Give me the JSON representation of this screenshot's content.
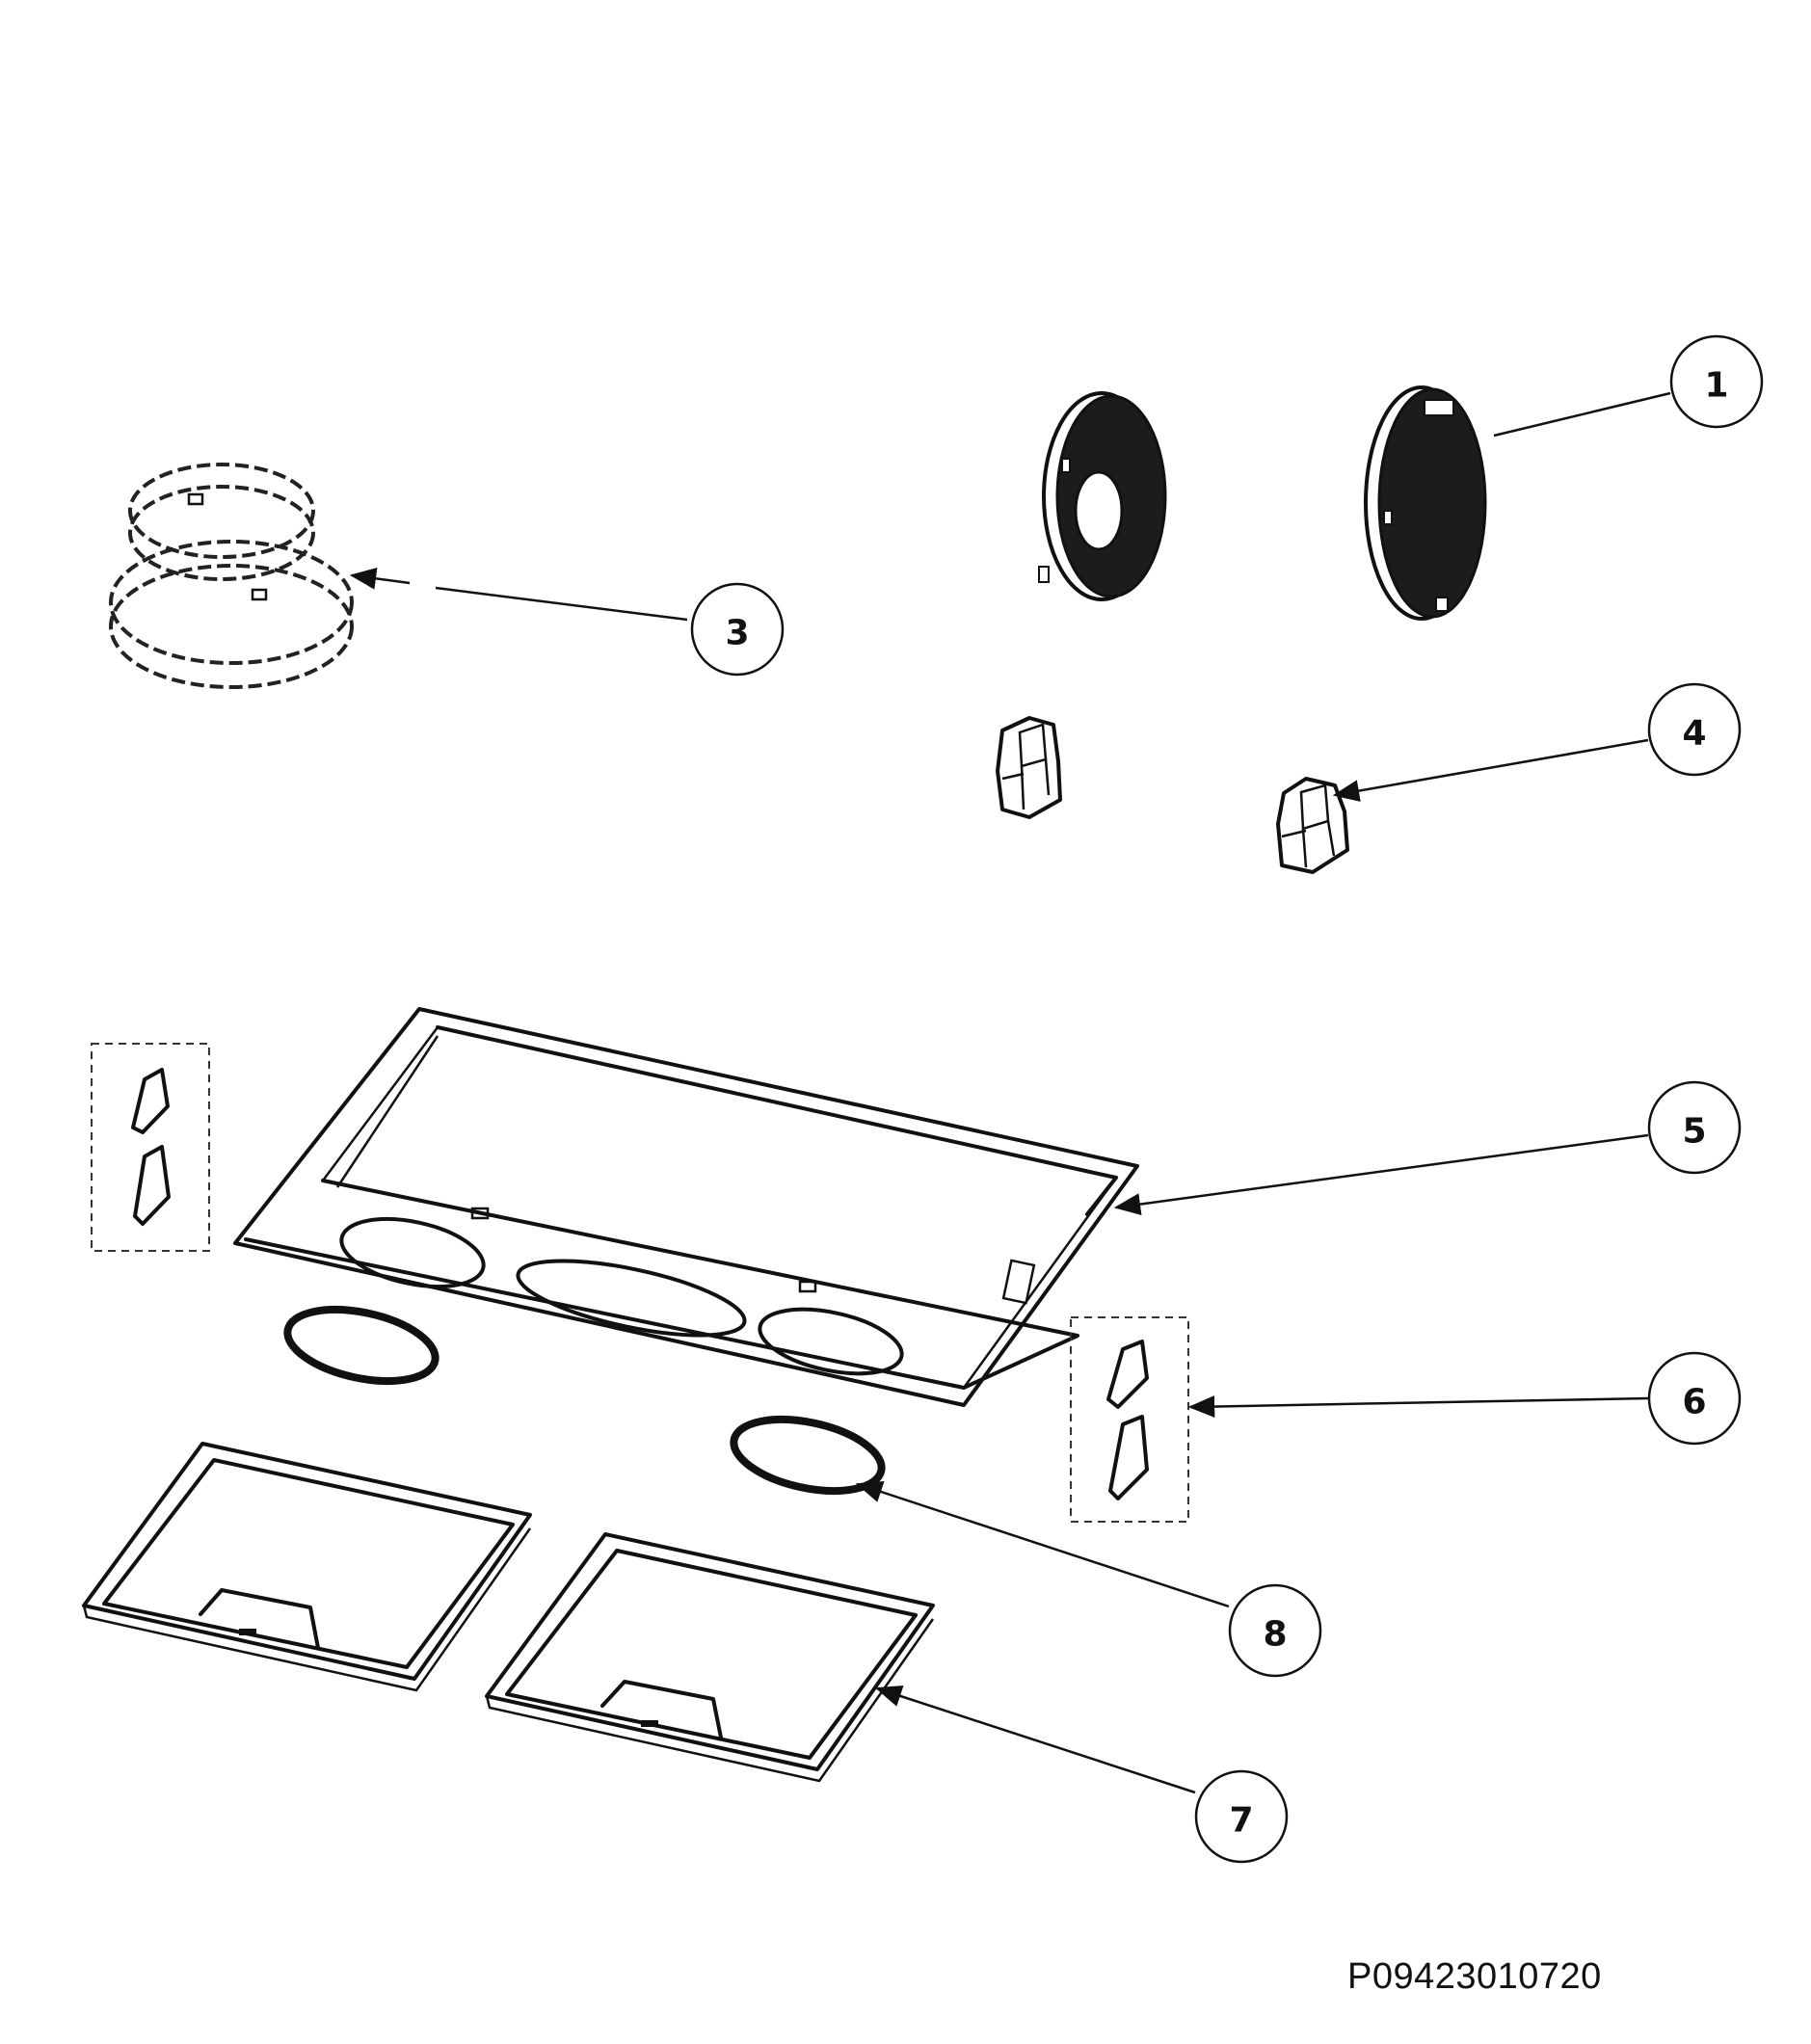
{
  "part_code": "P09423010720",
  "callouts": [
    {
      "id": "1",
      "label": "1"
    },
    {
      "id": "3",
      "label": "3"
    },
    {
      "id": "4",
      "label": "4"
    },
    {
      "id": "5",
      "label": "5"
    },
    {
      "id": "6",
      "label": "6"
    },
    {
      "id": "7",
      "label": "7"
    },
    {
      "id": "8",
      "label": "8"
    }
  ]
}
